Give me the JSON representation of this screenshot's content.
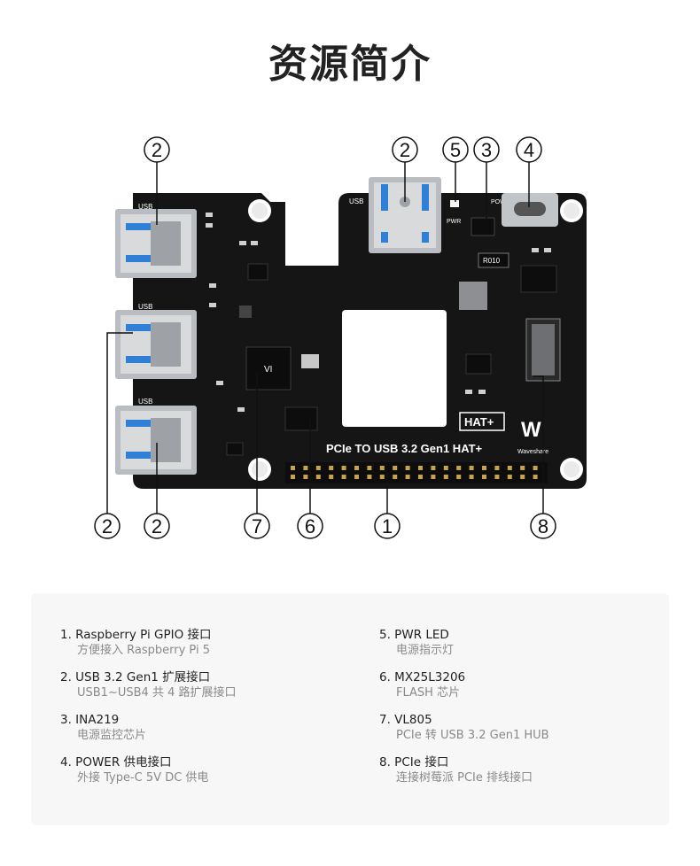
{
  "title": "资源简介",
  "board": {
    "name": "PCIe TO USB 3.2 Gen1 HAT+",
    "hat_badge": "HAT+",
    "brand": "Waveshare",
    "silk_usb": "USB",
    "silk_pwr": "PWR",
    "silk_power": "POWER",
    "silk_r010": "R010"
  },
  "callouts": [
    "2",
    "2",
    "5",
    "3",
    "4",
    "2",
    "2",
    "7",
    "6",
    "1",
    "8"
  ],
  "items": [
    {
      "title": "1. Raspberry Pi GPIO 接口",
      "desc": "方便接入 Raspberry Pi 5"
    },
    {
      "title": "2. USB 3.2 Gen1 扩展接口",
      "desc": "USB1~USB4 共 4 路扩展接口"
    },
    {
      "title": "3. INA219",
      "desc": "电源监控芯片"
    },
    {
      "title": "4. POWER 供电接口",
      "desc": "外接 Type-C 5V DC 供电"
    },
    {
      "title": "5. PWR LED",
      "desc": "电源指示灯"
    },
    {
      "title": "6. MX25L3206",
      "desc": "FLASH 芯片"
    },
    {
      "title": "7. VL805",
      "desc": "PCIe 转 USB 3.2 Gen1 HUB"
    },
    {
      "title": "8. PCIe 接口",
      "desc": "连接树莓派 PCIe 排线接口"
    }
  ],
  "colors": {
    "pcb": "#151515",
    "usb_blue": "#2f7fd6",
    "gold": "#c9a24a",
    "panel": "#f7f7f7"
  }
}
